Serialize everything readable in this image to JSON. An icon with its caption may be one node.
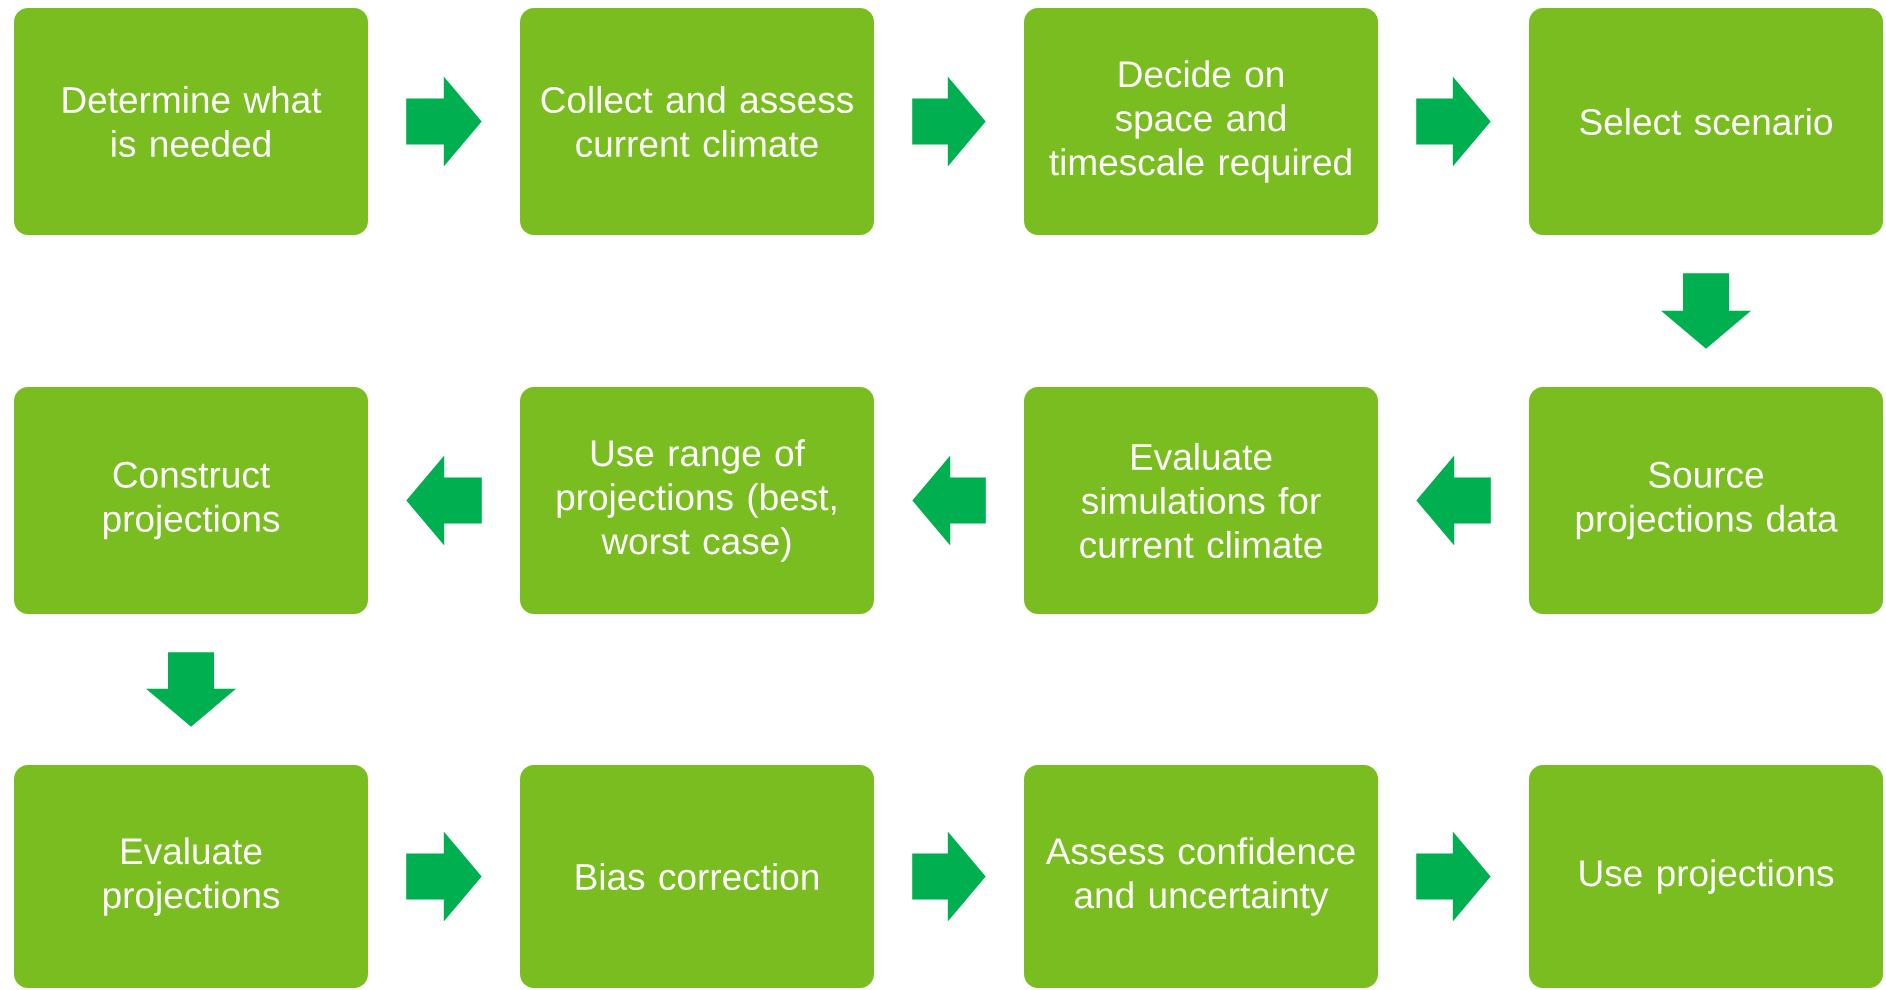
{
  "diagram": {
    "nodes": [
      {
        "text": [
          "Determine what is needed"
        ]
      },
      {
        "text": [
          "Collect and assess current climate"
        ]
      },
      {
        "text": [
          "Decide on space and timescale required"
        ]
      },
      {
        "text": [
          "Select scenario"
        ]
      },
      {
        "text": [
          "Construct projections"
        ]
      },
      {
        "text": [
          "Use range of projections (best, worst case)"
        ]
      },
      {
        "text": [
          "Evaluate simulations for current climate"
        ]
      },
      {
        "text": [
          "Source projections data"
        ]
      },
      {
        "text": [
          "Evaluate projections"
        ]
      },
      {
        "text": [
          "Bias correction"
        ]
      },
      {
        "text": [
          "Assess confidence and uncertainty"
        ]
      },
      {
        "text": [
          "Use projections"
        ]
      }
    ],
    "edges": [
      {
        "from": 0,
        "to": 1,
        "arrow": "to"
      },
      {
        "from": 1,
        "to": 2,
        "arrow": "to"
      },
      {
        "from": 2,
        "to": 3,
        "arrow": "to"
      },
      {
        "from": 3,
        "to": 7,
        "arrow": "to"
      },
      {
        "from": 7,
        "to": 6,
        "arrow": "to"
      },
      {
        "from": 6,
        "to": 5,
        "arrow": "to"
      },
      {
        "from": 5,
        "to": 4,
        "arrow": "to"
      },
      {
        "from": 4,
        "to": 8,
        "arrow": "to"
      },
      {
        "from": 8,
        "to": 9,
        "arrow": "to"
      },
      {
        "from": 9,
        "to": 10,
        "arrow": "to"
      },
      {
        "from": 10,
        "to": 11,
        "arrow": "to"
      }
    ]
  }
}
